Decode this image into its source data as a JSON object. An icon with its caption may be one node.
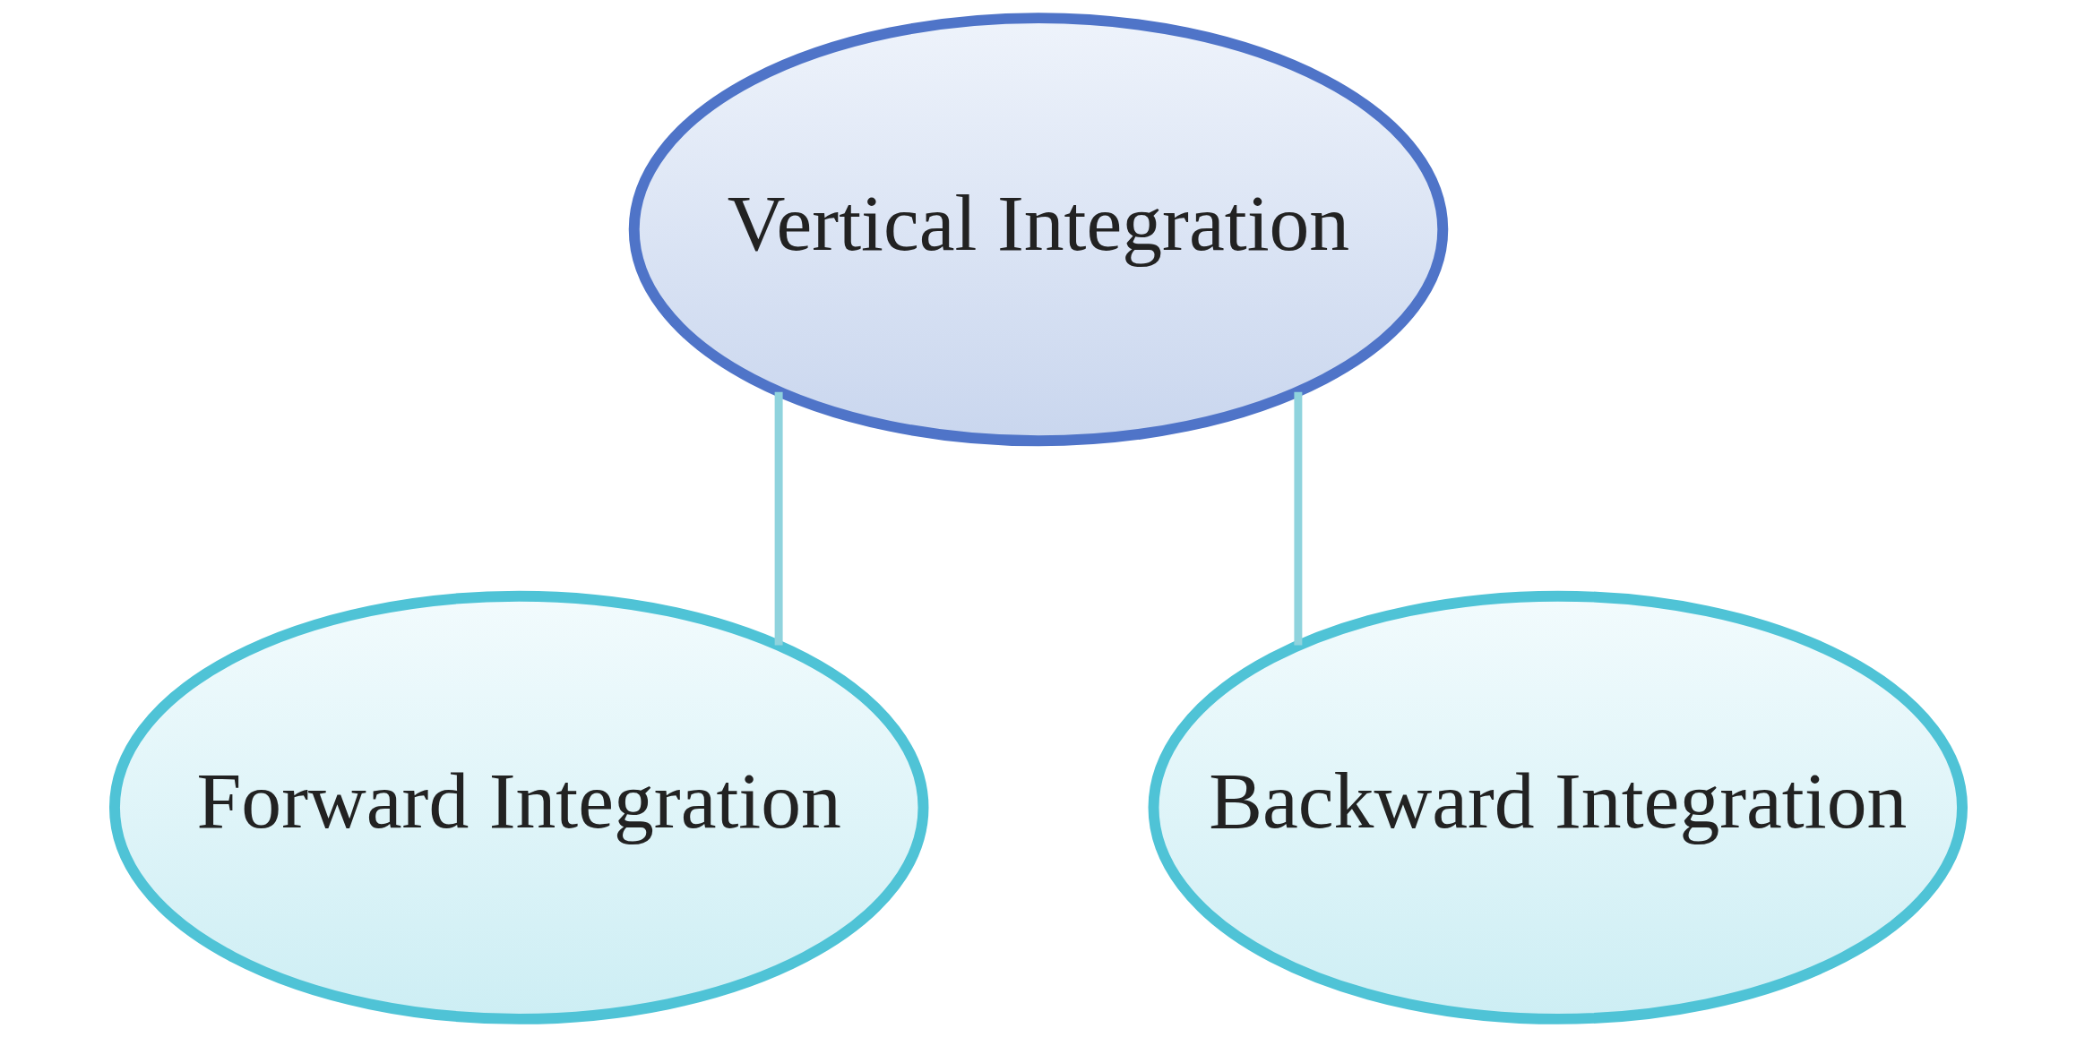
{
  "diagram": {
    "nodes": [
      {
        "text": [
          "Vertical Integration"
        ]
      },
      {
        "text": [
          "Forward Integration"
        ]
      },
      {
        "text": [
          "Backward Integration"
        ]
      }
    ],
    "edges": [
      {
        "from": 0,
        "to": 1,
        "arrow": "none"
      },
      {
        "from": 0,
        "to": 2,
        "arrow": "none"
      }
    ]
  }
}
